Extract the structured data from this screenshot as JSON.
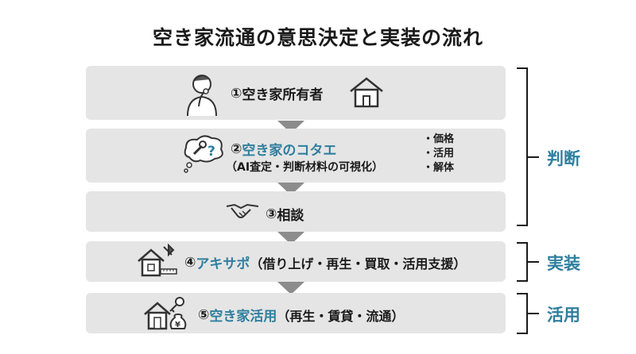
{
  "title": "空き家流通の意思決定と実装の流れ",
  "steps": [
    {
      "num": "①",
      "label": "空き家所有者"
    },
    {
      "num": "②",
      "label": "空き家のコタエ",
      "sub": "（AI査定・判断材料の可視化）",
      "bullets": [
        "・価格",
        "・活用",
        "・解体"
      ]
    },
    {
      "num": "③",
      "label": "相談"
    },
    {
      "num": "④",
      "label": "アキサポ",
      "sub": "（借り上げ・再生・買取・活用支援）"
    },
    {
      "num": "⑤",
      "label": "空き家活用",
      "sub": "（再生・賃貸・流通）"
    }
  ],
  "phases": [
    {
      "label": "判断"
    },
    {
      "label": "実装"
    },
    {
      "label": "活用"
    }
  ],
  "colors": {
    "accent": "#2f7f9e",
    "box": "#e5e5e5",
    "arrow": "#8c8c8c"
  },
  "icons": [
    "person-thinking-icon",
    "house-icon",
    "thought-bubble-wrench-icon",
    "handshake-icon",
    "house-tools-icon",
    "house-key-money-icon"
  ]
}
